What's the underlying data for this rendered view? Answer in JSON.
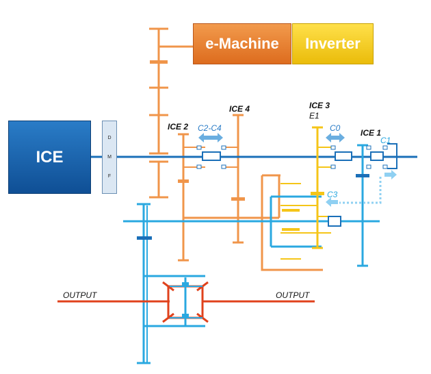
{
  "boxes": {
    "ice": "ICE",
    "dmf": [
      "D",
      "M",
      "F"
    ],
    "emachine": "e-Machine",
    "inverter": "Inverter"
  },
  "gear_labels": {
    "ice2": "ICE 2",
    "ice4": "ICE 4",
    "ice3": "ICE 3",
    "e1": "E1",
    "ice1": "ICE 1"
  },
  "clutch_labels": {
    "c2c4": "C2-C4",
    "c0": "C0",
    "c1": "C1",
    "c3": "C3"
  },
  "output_labels": {
    "left": "OUTPUT",
    "right": "OUTPUT"
  },
  "colors": {
    "blue_dark": "#1a6fb8",
    "blue_light": "#2aa8e0",
    "orange": "#f0954a",
    "yellow": "#f5c518",
    "red": "#e0421c",
    "clutch_arrow": "#6aaee0",
    "clutch_light_arrow": "#8fd0f2"
  }
}
